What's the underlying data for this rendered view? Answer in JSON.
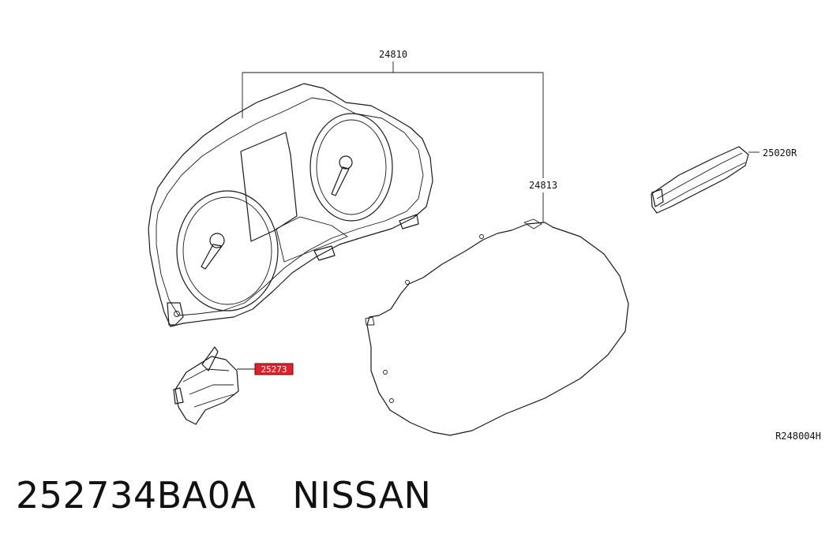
{
  "diagram": {
    "callouts": {
      "assembly": "24810",
      "lens": "24813",
      "bulb_right": "25020R",
      "switch": "25273",
      "reference_code": "R248004H"
    },
    "highlight_color": "#e0202a"
  },
  "footer": {
    "part_number": "252734BA0A",
    "brand": "NISSAN"
  }
}
